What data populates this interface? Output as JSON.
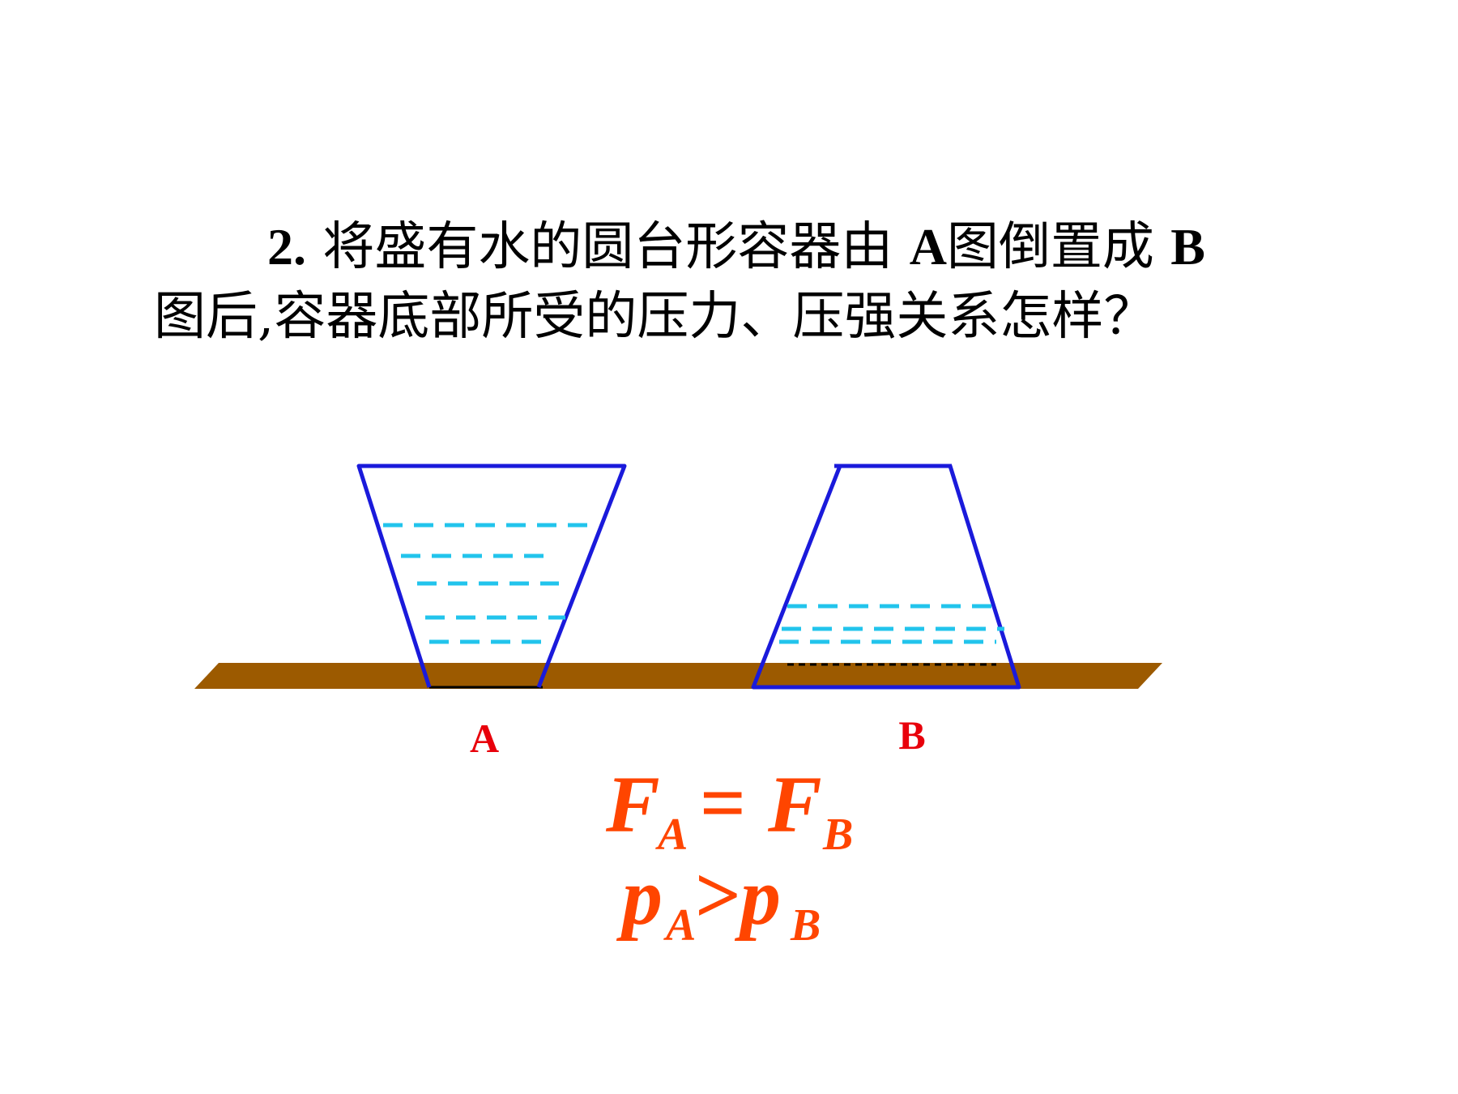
{
  "question": {
    "number": "2.",
    "line1_part1": "将盛有水的圆台形容器由",
    "label_a_inline": "A",
    "line1_part2": "图倒置成",
    "label_b_inline": "B",
    "line2": "图后,容器底部所受的压力、压强关系怎样？"
  },
  "containers": {
    "a_label": "A",
    "b_label": "B"
  },
  "answer": {
    "force_symbol": "F",
    "sub_a": "A",
    "sub_b": "B",
    "equals": "=",
    "pressure_symbol": "p",
    "greater": ">"
  },
  "colors": {
    "container_outline": "#1a1adb",
    "water_dash": "#22c4ec",
    "table": "#9c5a00",
    "answer_text": "#ff4500",
    "label_text": "#e8000b"
  }
}
